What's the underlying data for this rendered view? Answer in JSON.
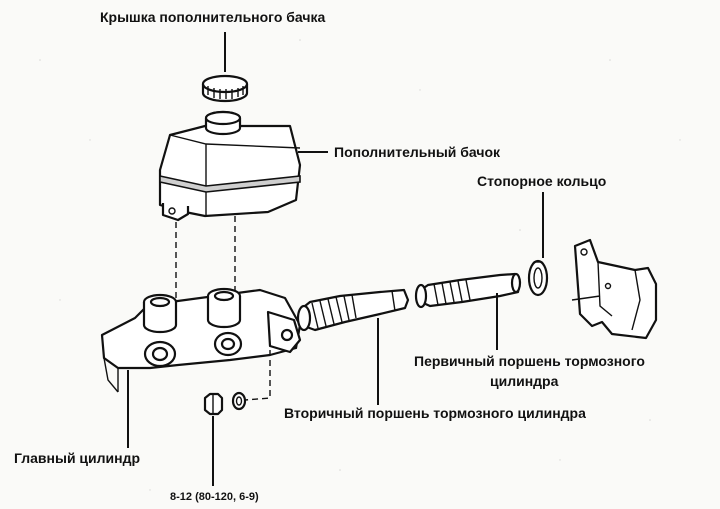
{
  "labels": {
    "reservoir_cap": "Крышка пополнительного бачка",
    "reservoir": "Пополнительный бачок",
    "snap_ring": "Стопорное кольцо",
    "primary_piston_line1": "Первичный поршень тормозного",
    "primary_piston_line2": "цилиндра",
    "secondary_piston": "Вторичный поршень тормозного цилиндра",
    "master_cylinder": "Главный цилиндр",
    "torque": "8-12 (80-120, 6-9)"
  }
}
